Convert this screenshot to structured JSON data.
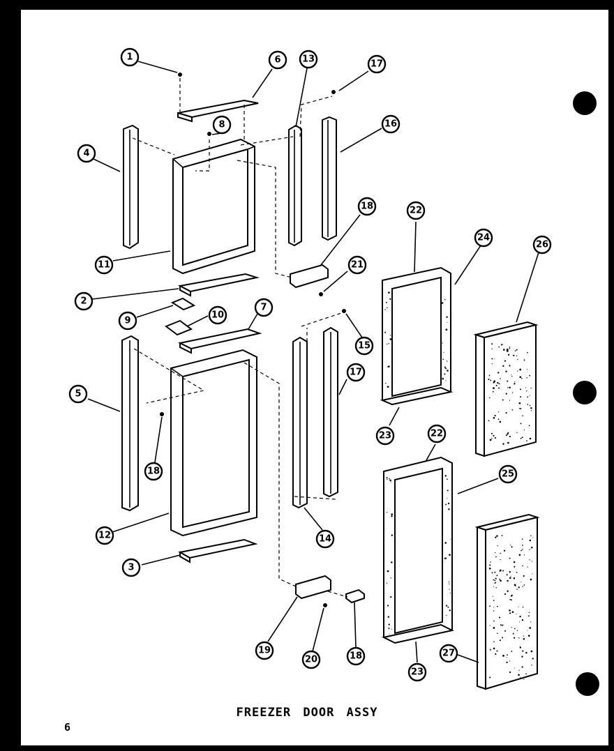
{
  "diagram": {
    "title": "FREEZER DOOR ASSY",
    "page_number": "6",
    "callouts": [
      "1",
      "2",
      "3",
      "4",
      "5",
      "6",
      "7",
      "8",
      "9",
      "10",
      "11",
      "12",
      "13",
      "14",
      "15",
      "16",
      "17",
      "18",
      "19",
      "20",
      "21",
      "22",
      "23",
      "24",
      "25",
      "26",
      "27"
    ]
  }
}
